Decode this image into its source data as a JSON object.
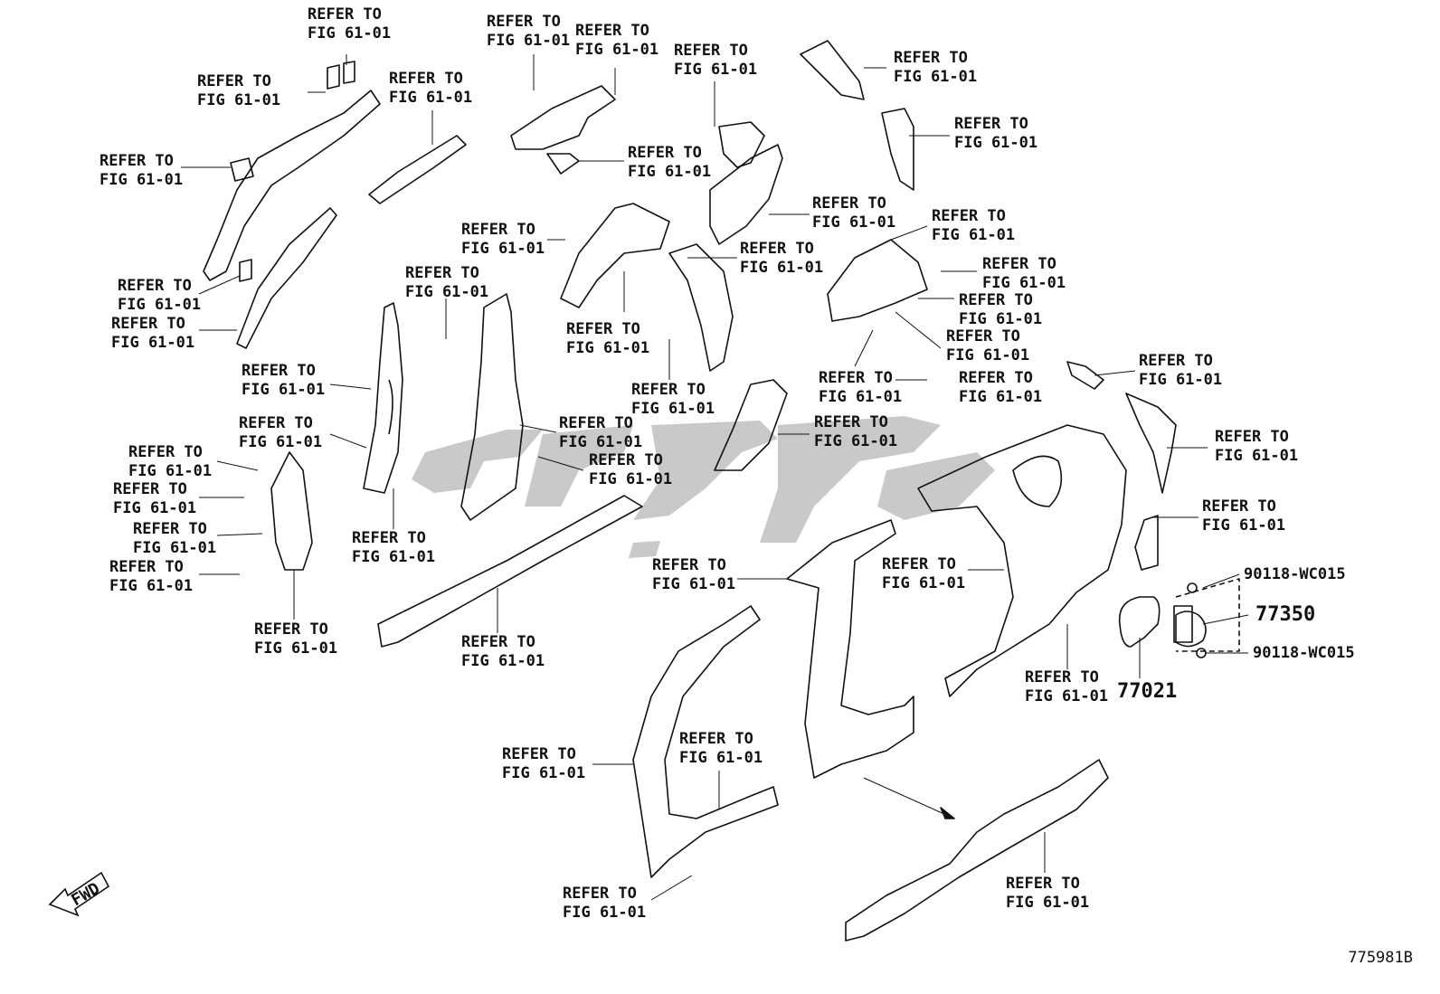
{
  "callout_line1": "REFER TO",
  "callout_line2": "FIG 61-01",
  "callouts": [
    {
      "l1": "REFER TO",
      "l2": "FIG 61-01"
    },
    {
      "l1": "REFER TO",
      "l2": "FIG 61-01"
    },
    {
      "l1": "REFER TO",
      "l2": "FIG 61-01"
    },
    {
      "l1": "REFER TO",
      "l2": "FIG 61-01"
    },
    {
      "l1": "REFER TO",
      "l2": "FIG 61-01"
    },
    {
      "l1": "REFER TO",
      "l2": "FIG 61-01"
    },
    {
      "l1": "REFER TO",
      "l2": "FIG 61-01"
    },
    {
      "l1": "REFER TO",
      "l2": "FIG 61-01"
    },
    {
      "l1": "REFER TO",
      "l2": "FIG 61-01"
    },
    {
      "l1": "REFER TO",
      "l2": "FIG 61-01"
    },
    {
      "l1": "REFER TO",
      "l2": "FIG 61-01"
    },
    {
      "l1": "REFER TO",
      "l2": "FIG 61-01"
    },
    {
      "l1": "REFER TO",
      "l2": "FIG 61-01"
    },
    {
      "l1": "REFER TO",
      "l2": "FIG 61-01"
    },
    {
      "l1": "REFER TO",
      "l2": "FIG 61-01"
    },
    {
      "l1": "REFER TO",
      "l2": "FIG 61-01"
    },
    {
      "l1": "REFER TO",
      "l2": "FIG 61-01"
    },
    {
      "l1": "REFER TO",
      "l2": "FIG 61-01"
    },
    {
      "l1": "REFER TO",
      "l2": "FIG 61-01"
    },
    {
      "l1": "REFER TO",
      "l2": "FIG 61-01"
    },
    {
      "l1": "REFER TO",
      "l2": "FIG 61-01"
    },
    {
      "l1": "REFER TO",
      "l2": "FIG 61-01"
    },
    {
      "l1": "REFER TO",
      "l2": "FIG 61-01"
    },
    {
      "l1": "REFER TO",
      "l2": "FIG 61-01"
    },
    {
      "l1": "REFER TO",
      "l2": "FIG 61-01"
    },
    {
      "l1": "REFER TO",
      "l2": "FIG 61-01"
    },
    {
      "l1": "REFER TO",
      "l2": "FIG 61-01"
    },
    {
      "l1": "REFER TO",
      "l2": "FIG 61-01"
    },
    {
      "l1": "REFER TO",
      "l2": "FIG 61-01"
    },
    {
      "l1": "REFER TO",
      "l2": "FIG 61-01"
    },
    {
      "l1": "REFER TO",
      "l2": "FIG 61-01"
    },
    {
      "l1": "REFER TO",
      "l2": "FIG 61-01"
    },
    {
      "l1": "REFER TO",
      "l2": "FIG 61-01"
    },
    {
      "l1": "REFER TO",
      "l2": "FIG 61-01"
    },
    {
      "l1": "REFER TO",
      "l2": "FIG 61-01"
    },
    {
      "l1": "REFER TO",
      "l2": "FIG 61-01"
    },
    {
      "l1": "REFER TO",
      "l2": "FIG 61-01"
    },
    {
      "l1": "REFER TO",
      "l2": "FIG 61-01"
    },
    {
      "l1": "REFER TO",
      "l2": "FIG 61-01"
    },
    {
      "l1": "REFER TO",
      "l2": "FIG 61-01"
    },
    {
      "l1": "REFER TO",
      "l2": "FIG 61-01"
    }
  ],
  "part_numbers": {
    "bolt_upper": "90118-WC015",
    "fuel_lid": "77350",
    "bolt_lower": "90118-WC015",
    "fuel_housing": "77021"
  },
  "fwd_label": "FWD",
  "drawing_id": "775981B",
  "colors": {
    "ink": "#111111",
    "watermark": "#c9c9c9"
  }
}
